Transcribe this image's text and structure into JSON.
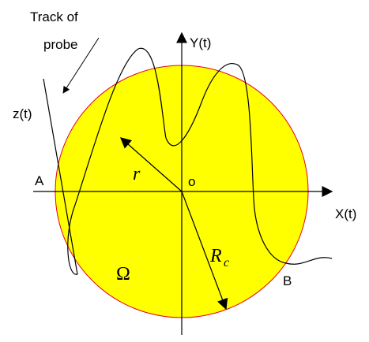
{
  "labels": {
    "track_line1": "Track of",
    "track_line2": "probe",
    "z": "z(t)",
    "y_axis": "Y(t)",
    "x_axis": "X(t)",
    "point_a": "A",
    "point_b": "B",
    "origin": "o",
    "radius_r": "r",
    "radius_rc_main": "R",
    "radius_rc_sub": "c",
    "region": "Ω"
  },
  "colors": {
    "disk_fill": "#ffff00",
    "disk_stroke": "#e8001c",
    "line": "#000000"
  }
}
